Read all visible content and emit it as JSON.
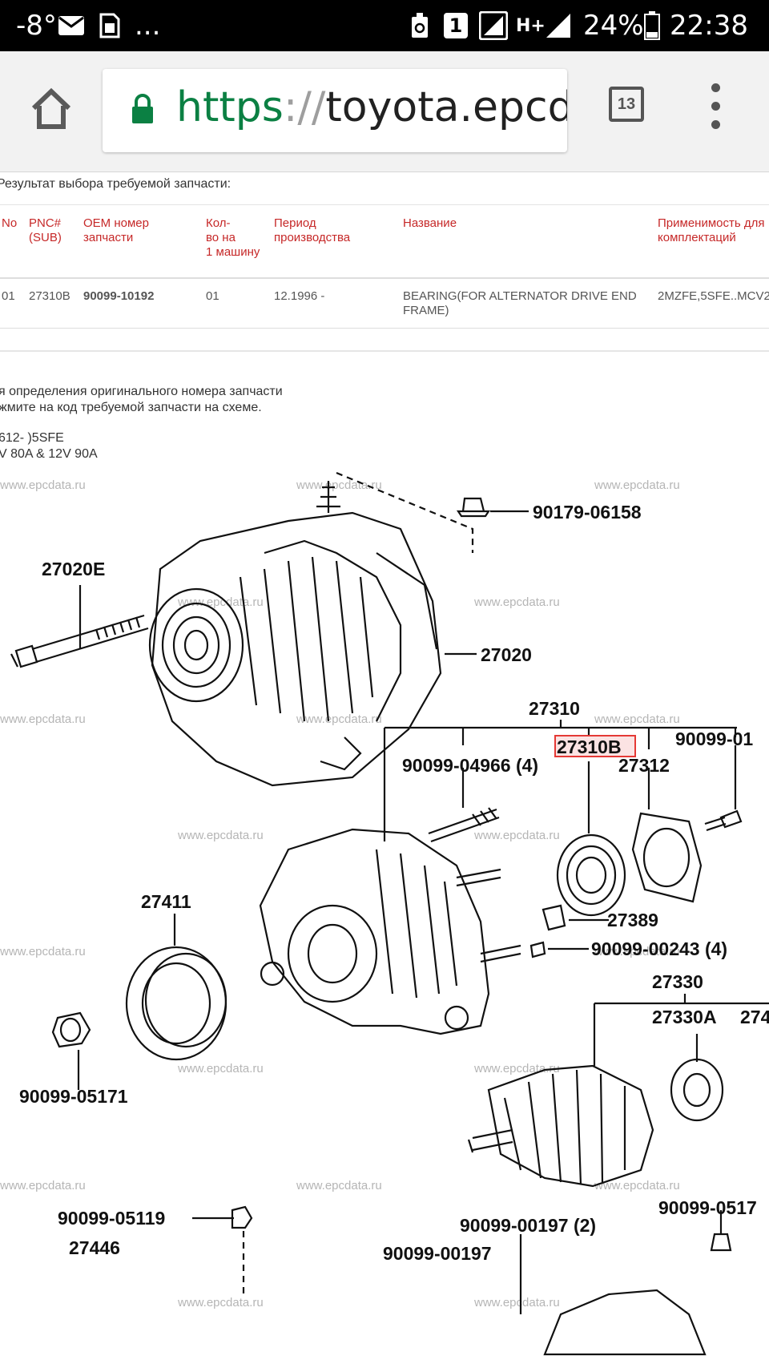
{
  "status_bar": {
    "temperature": "-8°",
    "dots": "...",
    "sim_number": "1",
    "network": "H+",
    "battery": "24%",
    "time": "22:38"
  },
  "browser": {
    "url_scheme": "https",
    "url_sep": "://",
    "url_host": "toyota.epcdata.ru",
    "tab_count": "13"
  },
  "result": {
    "title": "Результат выбора требуемой запчасти:",
    "headers": {
      "no": "No",
      "pnc_1": "PNC#",
      "pnc_2": "(SUB)",
      "oem_1": "OEM номер",
      "oem_2": "запчасти",
      "qty_1": "Кол-",
      "qty_2": "во на",
      "qty_3": "1 машину",
      "period_1": "Период",
      "period_2": "производства",
      "name": "Название",
      "appl_1": "Применимость для",
      "appl_2": "комплектаций"
    },
    "row": {
      "no": "01",
      "pnc": "27310B",
      "oem": "90099-10192",
      "qty": "01",
      "period": "12.1996 -",
      "name_1": "BEARING(FOR ALTERNATOR DRIVE END",
      "name_2": "FRAME)",
      "appl": "2MZFE,5SFE..MCV2"
    }
  },
  "instructions": {
    "line1": "я определения оригинального номера запчасти",
    "line2": "жмите на код требуемой запчасти на схеме.",
    "line3": "612- )5SFE",
    "line4": "V 80A & 12V 90A"
  },
  "diagram": {
    "watermark": "www.epcdata.ru",
    "labels": {
      "p90179_06158": "90179-06158",
      "p27020E": "27020E",
      "p27020": "27020",
      "p27310": "27310",
      "p27310B": "27310B",
      "p90099_01": "90099-01",
      "p90099_04966": "90099-04966 (4)",
      "p27312": "27312",
      "p27411": "27411",
      "p27389": "27389",
      "p90099_00243": "90099-00243 (4)",
      "p27330": "27330",
      "p27330A": "27330A",
      "p274": "274",
      "p90099_05171": "90099-05171",
      "p90099_0517": "90099-0517",
      "p90099_05119": "90099-05119",
      "p90099_00197": "90099-00197 (2)",
      "p27446": "27446",
      "p90099_00197b": "90099-00197"
    }
  }
}
